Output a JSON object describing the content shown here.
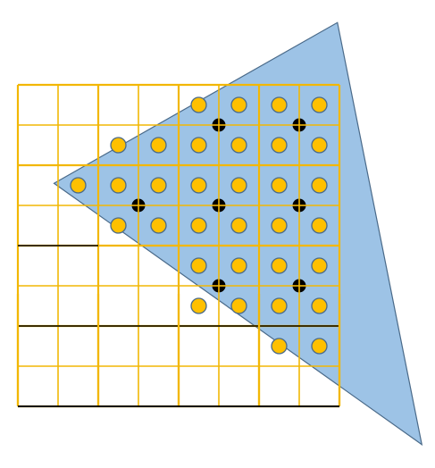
{
  "diagram": {
    "type": "triangle-rasterization-grid",
    "grid": {
      "columns": 8,
      "rows": 8,
      "block_size_cells": 2,
      "line_color": "#F2B705",
      "block_line_color": "#000000"
    },
    "triangle": {
      "fill_color": "#9DC3E6",
      "stroke_color": "#4A6A89",
      "vertices_cells": [
        [
          0.9,
          2.45
        ],
        [
          7.95,
          -1.55
        ],
        [
          10.05,
          8.95
        ]
      ]
    },
    "sample_color": "#FFC000",
    "sample_stroke_color": "#4A6A89",
    "corner_marker_color": "#000000",
    "covered_samples": [
      [
        4,
        0
      ],
      [
        5,
        0
      ],
      [
        6,
        0
      ],
      [
        7,
        0
      ],
      [
        2,
        1
      ],
      [
        3,
        1
      ],
      [
        4,
        1
      ],
      [
        5,
        1
      ],
      [
        6,
        1
      ],
      [
        7,
        1
      ],
      [
        1,
        2
      ],
      [
        2,
        2
      ],
      [
        3,
        2
      ],
      [
        4,
        2
      ],
      [
        5,
        2
      ],
      [
        6,
        2
      ],
      [
        7,
        2
      ],
      [
        2,
        3
      ],
      [
        3,
        3
      ],
      [
        4,
        3
      ],
      [
        5,
        3
      ],
      [
        6,
        3
      ],
      [
        7,
        3
      ],
      [
        4,
        4
      ],
      [
        5,
        4
      ],
      [
        6,
        4
      ],
      [
        7,
        4
      ],
      [
        4,
        5
      ],
      [
        5,
        5
      ],
      [
        6,
        5
      ],
      [
        7,
        5
      ],
      [
        6,
        6
      ],
      [
        7,
        6
      ]
    ],
    "corner_markers": [
      [
        5,
        1
      ],
      [
        7,
        1
      ],
      [
        3,
        3
      ],
      [
        5,
        3
      ],
      [
        7,
        3
      ],
      [
        5,
        5
      ],
      [
        7,
        5
      ]
    ]
  }
}
